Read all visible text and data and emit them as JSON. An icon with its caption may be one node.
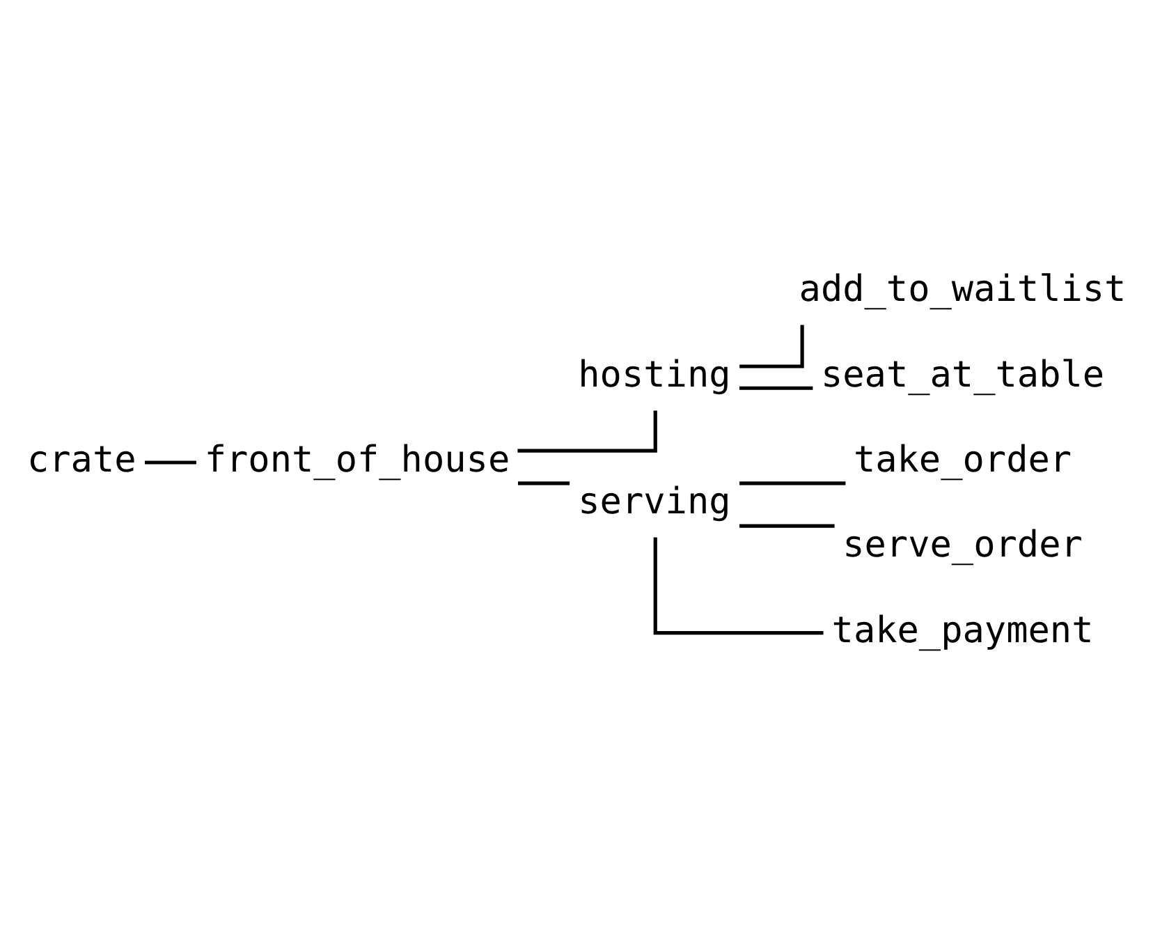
{
  "diagram": {
    "nodes": [
      {
        "text": [
          "crate"
        ]
      },
      {
        "text": [
          "front_of_house"
        ]
      },
      {
        "text": [
          "hosting"
        ]
      },
      {
        "text": [
          "add_to_waitlist"
        ]
      },
      {
        "text": [
          "seat_at_table"
        ]
      },
      {
        "text": [
          "serving"
        ]
      },
      {
        "text": [
          "take_order"
        ]
      },
      {
        "text": [
          "serve_order"
        ]
      },
      {
        "text": [
          "take_payment"
        ]
      }
    ],
    "edges": [
      {
        "from": 0,
        "to": 1,
        "arrow": "none"
      },
      {
        "from": 1,
        "to": 2,
        "arrow": "none"
      },
      {
        "from": 2,
        "to": 3,
        "arrow": "none"
      },
      {
        "from": 2,
        "to": 4,
        "arrow": "none"
      },
      {
        "from": 1,
        "to": 5,
        "arrow": "none"
      },
      {
        "from": 5,
        "to": 6,
        "arrow": "none"
      },
      {
        "from": 5,
        "to": 7,
        "arrow": "none"
      },
      {
        "from": 5,
        "to": 8,
        "arrow": "none"
      }
    ]
  }
}
